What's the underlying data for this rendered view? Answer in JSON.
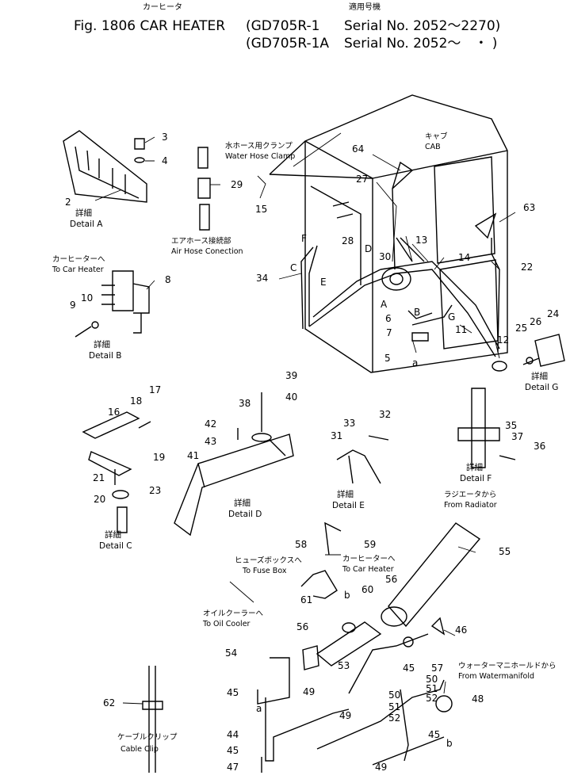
{
  "header": {
    "jp_title": "カーヒータ",
    "jp_applicable": "適用号機",
    "title": "Fig. 1806 CAR HEATER",
    "model1": "(GD705R-1",
    "serial1": "Serial No. 2052～2270)",
    "model2": "(GD705R-1A",
    "serial2": "Serial No. 2052～　・ )"
  },
  "labels": {
    "clamp_jp": "水ホース用クランプ",
    "clamp_en": "Water Hose Clamp",
    "cab_jp": "キャブ",
    "cab_en": "CAB",
    "airhose_jp": "エアホース接続部",
    "airhose_en": "Air Hose Conection",
    "tocar_jp": "カーヒーターへ",
    "tocar_en": "To Car Heater",
    "radiator_jp": "ラジエータから",
    "radiator_en": "From Radiator",
    "fuse_jp": "ヒューズボックスへ",
    "fuse_en": "To Fuse Box",
    "tocar2_jp": "カーヒーターへ",
    "tocar2_en": "To Car Heater",
    "oil_jp": "オイルクーラーへ",
    "oil_en": "To Oil Cooler",
    "water_jp": "ウォーターマニホールドから",
    "water_en": "From Watermanifold",
    "cable_jp": "ケーブルクリップ",
    "cable_en": "Cable Clip"
  },
  "details": {
    "a": {
      "jp": "詳細",
      "en": "Detail A"
    },
    "b": {
      "jp": "詳細",
      "en": "Detail B"
    },
    "c": {
      "jp": "詳細",
      "en": "Detail C"
    },
    "d": {
      "jp": "詳細",
      "en": "Detail D"
    },
    "e": {
      "jp": "詳細",
      "en": "Detail E"
    },
    "f": {
      "jp": "詳細",
      "en": "Detail F"
    },
    "g": {
      "jp": "詳細",
      "en": "Detail G"
    }
  },
  "parts": [
    "2",
    "3",
    "4",
    "5",
    "6",
    "7",
    "8",
    "9",
    "10",
    "11",
    "12",
    "13",
    "14",
    "15",
    "16",
    "17",
    "18",
    "19",
    "20",
    "21",
    "22",
    "23",
    "24",
    "25",
    "26",
    "27",
    "28",
    "29",
    "30",
    "31",
    "32",
    "33",
    "34",
    "35",
    "36",
    "37",
    "38",
    "39",
    "40",
    "41",
    "42",
    "43",
    "44",
    "45",
    "46",
    "47",
    "48",
    "49",
    "50",
    "51",
    "52",
    "53",
    "54",
    "55",
    "56",
    "57",
    "58",
    "59",
    "60",
    "61",
    "62",
    "63",
    "64"
  ],
  "markers": {
    "A": "A",
    "B": "B",
    "C": "C",
    "D": "D",
    "E": "E",
    "F": "F",
    "G": "G",
    "a": "a",
    "b": "b"
  }
}
